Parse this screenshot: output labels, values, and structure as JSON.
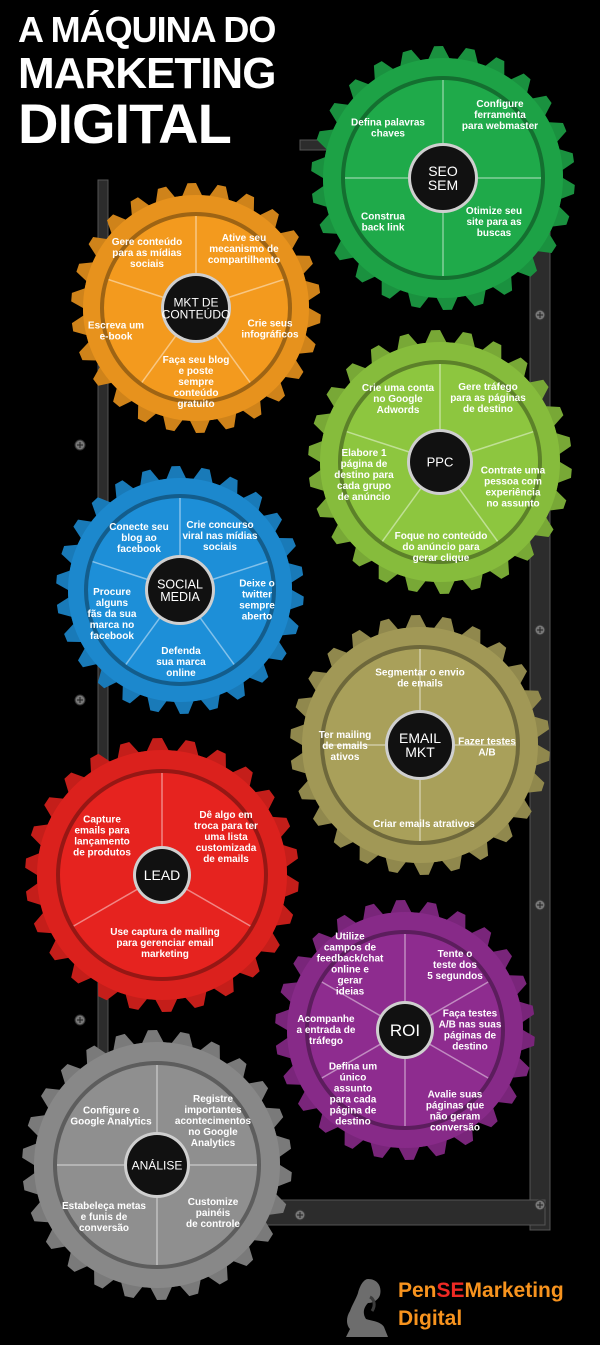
{
  "title": {
    "line1": "A MÁQUINA DO",
    "line2": "MARKETING",
    "line3": "DIGITAL"
  },
  "brand": {
    "part1": "Pen",
    "part2": "SE",
    "part3": "Marketing",
    "line2": "Digital",
    "icon": "thinker-statue-icon"
  },
  "colors": {
    "background": "#000000",
    "seo": "#1faa4a",
    "content": "#f39a1e",
    "ppc": "#8dc63f",
    "social": "#1d8fd8",
    "email": "#a9a05a",
    "lead": "#e6231f",
    "roi": "#8e2c8f",
    "analise": "#8f8f8f"
  },
  "gears": [
    {
      "id": "seo-sem",
      "center": [
        "SEO",
        "SEM"
      ],
      "color": "#1faa4a",
      "segments": [
        [
          "Defina palavras",
          "chaves"
        ],
        [
          "Configure",
          "ferramenta",
          "para webmaster"
        ],
        [
          "Otimize seu",
          "site para as",
          "buscas"
        ],
        [
          "Construa",
          "back link"
        ]
      ]
    },
    {
      "id": "mkt-conteudo",
      "center": [
        "MKT DE",
        "CONTEÚDO"
      ],
      "color": "#f39a1e",
      "segments": [
        [
          "Gere conteúdo",
          "para as mídias",
          "sociais"
        ],
        [
          "Ative seu",
          "mecanismo de",
          "compartilhento"
        ],
        [
          "Crie seus",
          "infográficos"
        ],
        [
          "Faça seu blog",
          "e poste",
          "sempre",
          "conteúdo",
          "gratuito"
        ],
        [
          "Escreva um",
          "e-book"
        ]
      ]
    },
    {
      "id": "ppc",
      "center": [
        "PPC"
      ],
      "color": "#8dc63f",
      "segments": [
        [
          "Crie uma conta",
          "no Google",
          "Adwords"
        ],
        [
          "Gere tráfego",
          "para as páginas",
          "de destino"
        ],
        [
          "Contrate uma",
          "pessoa com",
          "experiência",
          "no assunto"
        ],
        [
          "Foque no conteúdo",
          "do anúncio para",
          "gerar clique"
        ],
        [
          "Elabore 1",
          "página de",
          "destino para",
          "cada grupo",
          "de anúncio"
        ]
      ]
    },
    {
      "id": "social-media",
      "center": [
        "SOCIAL",
        "MEDIA"
      ],
      "color": "#1d8fd8",
      "segments": [
        [
          "Conecte seu",
          "blog ao",
          "facebook"
        ],
        [
          "Crie concurso",
          "viral nas mídias",
          "sociais"
        ],
        [
          "Deixe o",
          "twitter",
          "sempre",
          "aberto"
        ],
        [
          "Defenda",
          "sua marca",
          "online"
        ],
        [
          "Procure",
          "alguns",
          "fãs da sua",
          "marca no",
          "facebook"
        ]
      ]
    },
    {
      "id": "email-mkt",
      "center": [
        "EMAIL",
        "MKT"
      ],
      "color": "#a9a05a",
      "segments": [
        [
          "Segmentar o envio",
          "de emails"
        ],
        [
          "Fazer testes",
          "A/B"
        ],
        [
          "Criar emails atrativos"
        ],
        [
          "Ter mailing",
          "de emails",
          "ativos"
        ]
      ]
    },
    {
      "id": "lead",
      "center": [
        "LEAD"
      ],
      "color": "#e6231f",
      "segments": [
        [
          "Capture",
          "emails para",
          "lançamento",
          "de produtos"
        ],
        [
          "Dê algo em",
          "troca para ter",
          "uma lista",
          "customizada",
          "de emails"
        ],
        [
          "Use captura de mailing",
          "para gerenciar email",
          "marketing"
        ]
      ]
    },
    {
      "id": "roi",
      "center": [
        "ROI"
      ],
      "color": "#8e2c8f",
      "segments": [
        [
          "Utilize",
          "campos de",
          "feedback/chat",
          "online e",
          "gerar",
          "ideias"
        ],
        [
          "Tente o",
          "teste dos",
          "5 segundos"
        ],
        [
          "Faça testes",
          "A/B nas suas",
          "páginas de",
          "destino"
        ],
        [
          "Avalie suas",
          "páginas que",
          "não geram",
          "conversão"
        ],
        [
          "Defina um",
          "único",
          "assunto",
          "para cada",
          "página de",
          "destino"
        ],
        [
          "Acompanhe",
          "a entrada de",
          "tráfego"
        ]
      ]
    },
    {
      "id": "analise",
      "center": [
        "ANÁLISE"
      ],
      "color": "#8f8f8f",
      "segments": [
        [
          "Configure o",
          "Google Analytics"
        ],
        [
          "Registre",
          "importantes",
          "acontecimentos",
          "no Google",
          "Analytics"
        ],
        [
          "Customize",
          "painéis",
          "de controle"
        ],
        [
          "Estabeleça metas",
          "e funis de",
          "conversão"
        ]
      ]
    }
  ]
}
